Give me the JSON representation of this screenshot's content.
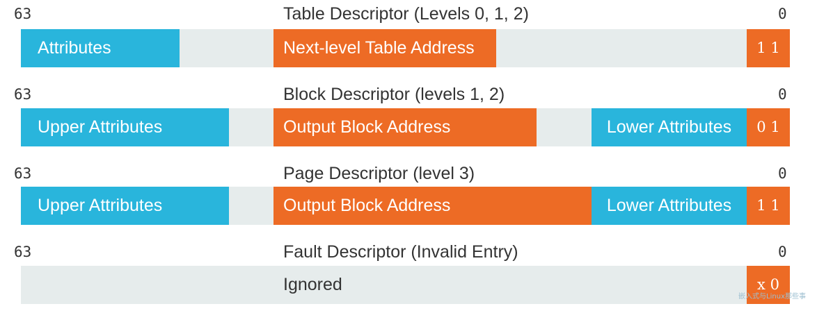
{
  "descriptors": [
    {
      "high_bit": "63",
      "low_bit": "0",
      "title": "Table Descriptor (Levels 0, 1, 2)",
      "segments": {
        "upper": "Attributes",
        "address": "Next-level Table Address",
        "type_bits": "1 1"
      }
    },
    {
      "high_bit": "63",
      "low_bit": "0",
      "title": "Block Descriptor (levels 1, 2)",
      "segments": {
        "upper": "Upper Attributes",
        "address": "Output Block Address",
        "lower": "Lower Attributes",
        "type_bits": "0 1"
      }
    },
    {
      "high_bit": "63",
      "low_bit": "0",
      "title": "Page Descriptor (level 3)",
      "segments": {
        "upper": "Upper Attributes",
        "address": "Output Block Address",
        "lower": "Lower Attributes",
        "type_bits": "1 1"
      }
    },
    {
      "high_bit": "63",
      "low_bit": "0",
      "title": "Fault Descriptor (Invalid Entry)",
      "segments": {
        "ignored": "Ignored",
        "type_bits": "x 0"
      }
    }
  ],
  "colors": {
    "attribute_blue": "#29b5dc",
    "address_orange": "#ed6b25",
    "row_background": "#e6ecec"
  },
  "watermark": "嵌入式与Linux那些事"
}
